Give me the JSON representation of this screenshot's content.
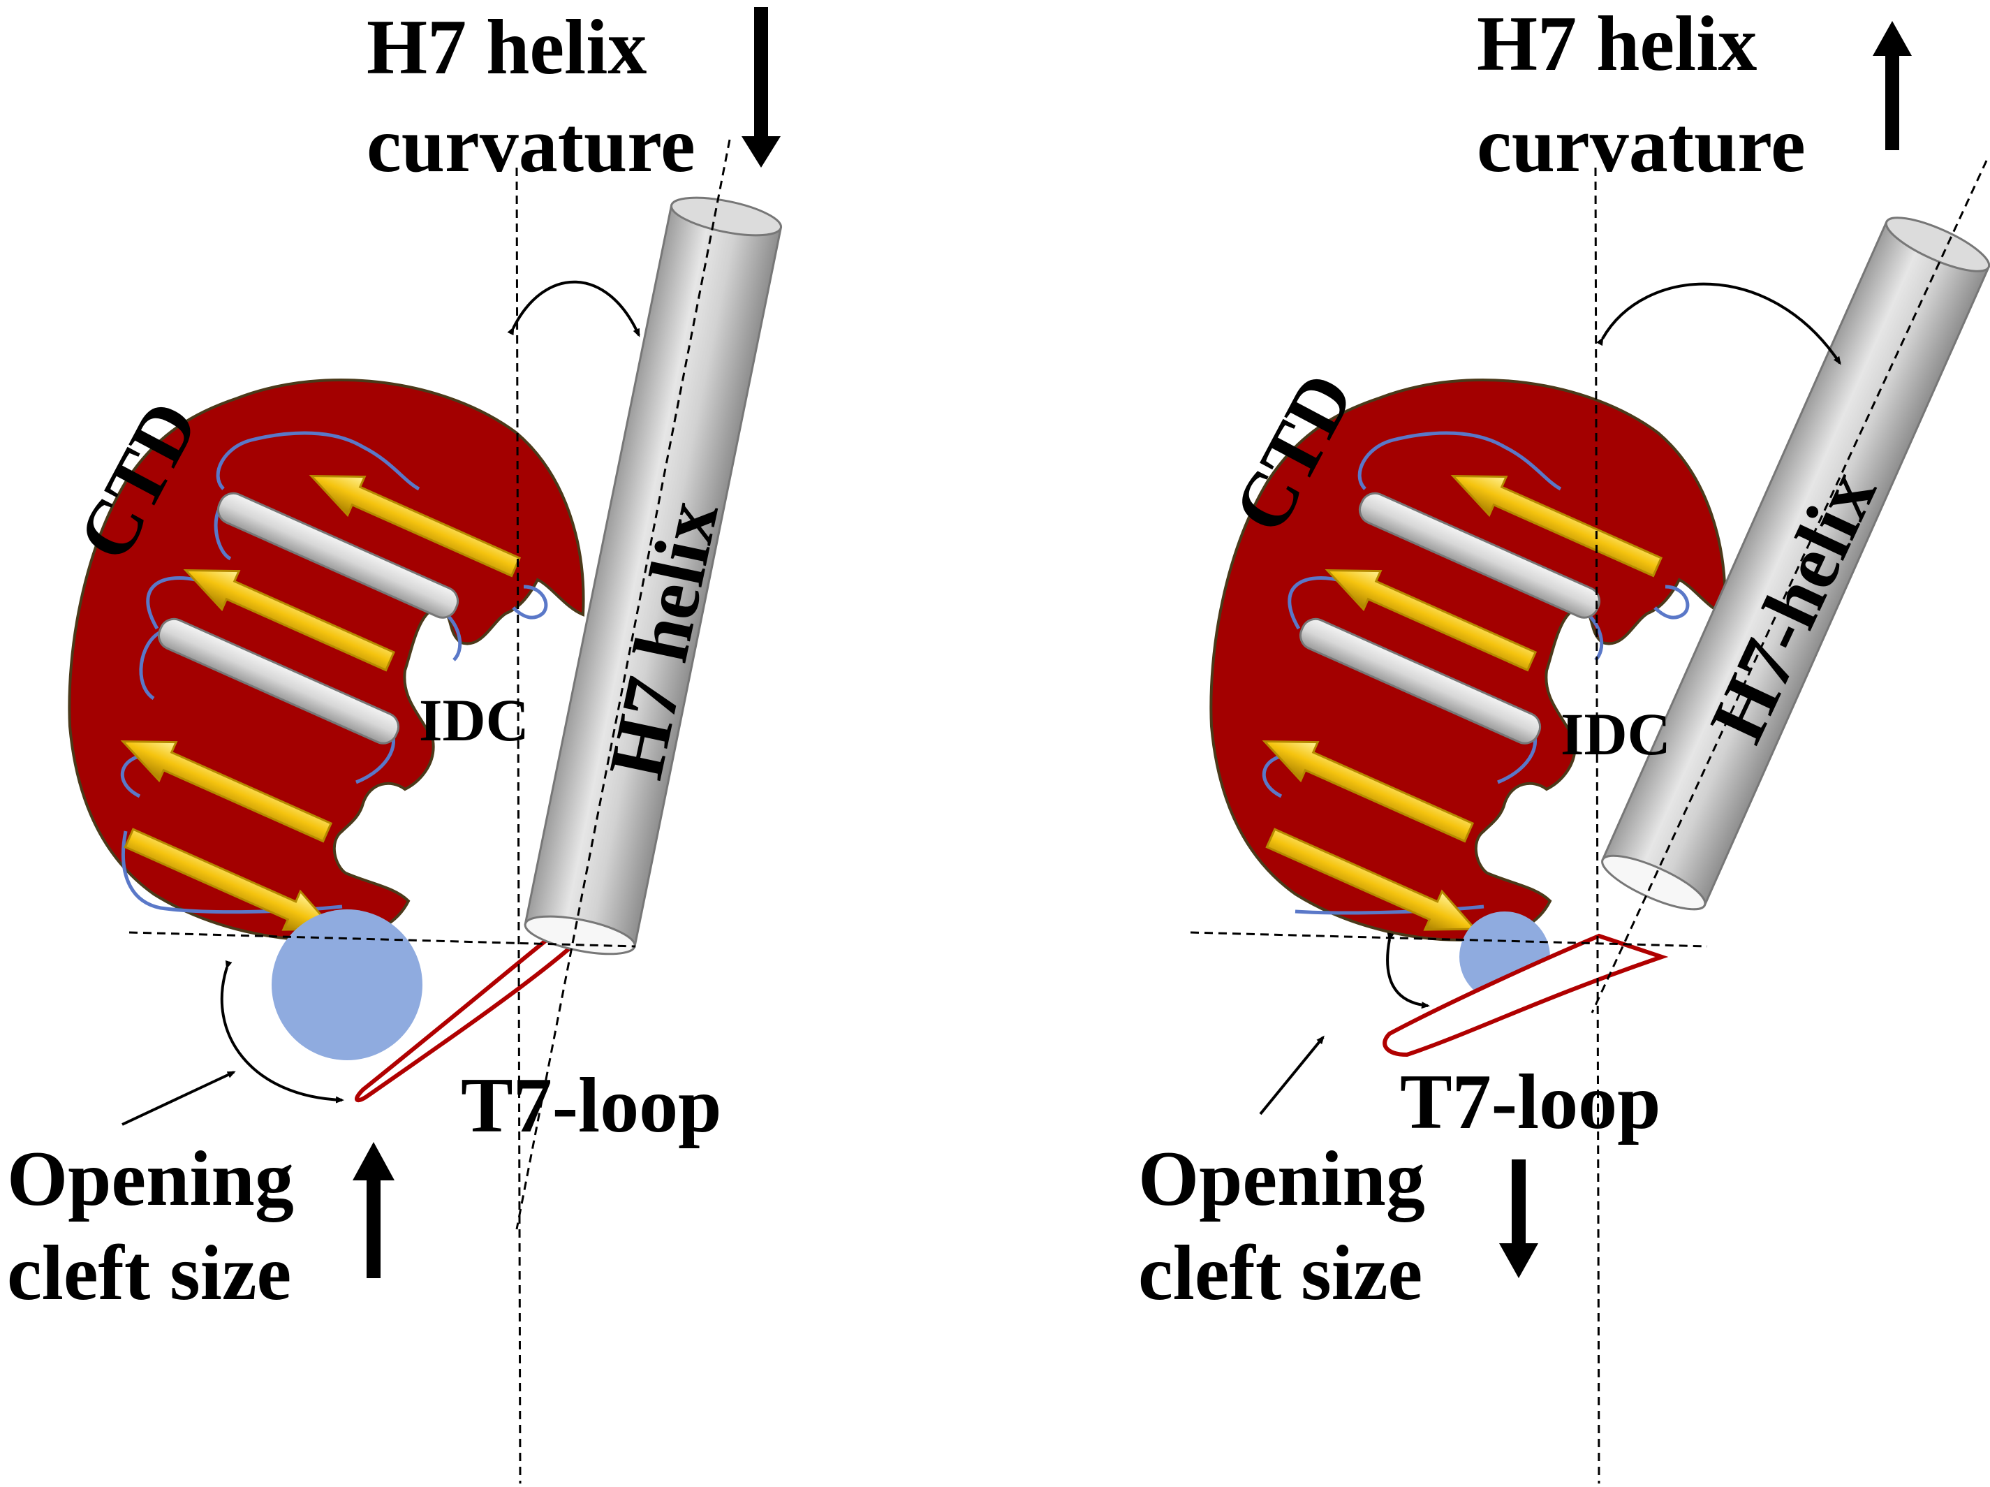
{
  "colors": {
    "ctd_fill": "#a30000",
    "ctd_stroke": "#4a3a1a",
    "strand": "#f5c40f",
    "strand_edge": "#b58a00",
    "helix_gray": "#d4d4d4",
    "loop_red": "#b00000",
    "blue_ball": "#8fabdf",
    "coil": "#5a78c8"
  },
  "panels": [
    {
      "state": "left",
      "h7_title_line1": "H7 helix",
      "h7_title_line2": "curvature",
      "h7_curvature_arrow": "down",
      "helix_label": "H7 helix",
      "ctd_label": "CTD",
      "idc_label": "IDC",
      "t7_label": "T7-loop",
      "cleft_line1": "Opening",
      "cleft_line2": "cleft size",
      "cleft_arrow": "up"
    },
    {
      "state": "right",
      "h7_title_line1": "H7 helix",
      "h7_title_line2": "curvature",
      "h7_curvature_arrow": "up",
      "helix_label": "H7-helix",
      "ctd_label": "CTD",
      "idc_label": "IDC",
      "t7_label": "T7-loop",
      "cleft_line1": "Opening",
      "cleft_line2": "cleft size",
      "cleft_arrow": "down"
    }
  ]
}
